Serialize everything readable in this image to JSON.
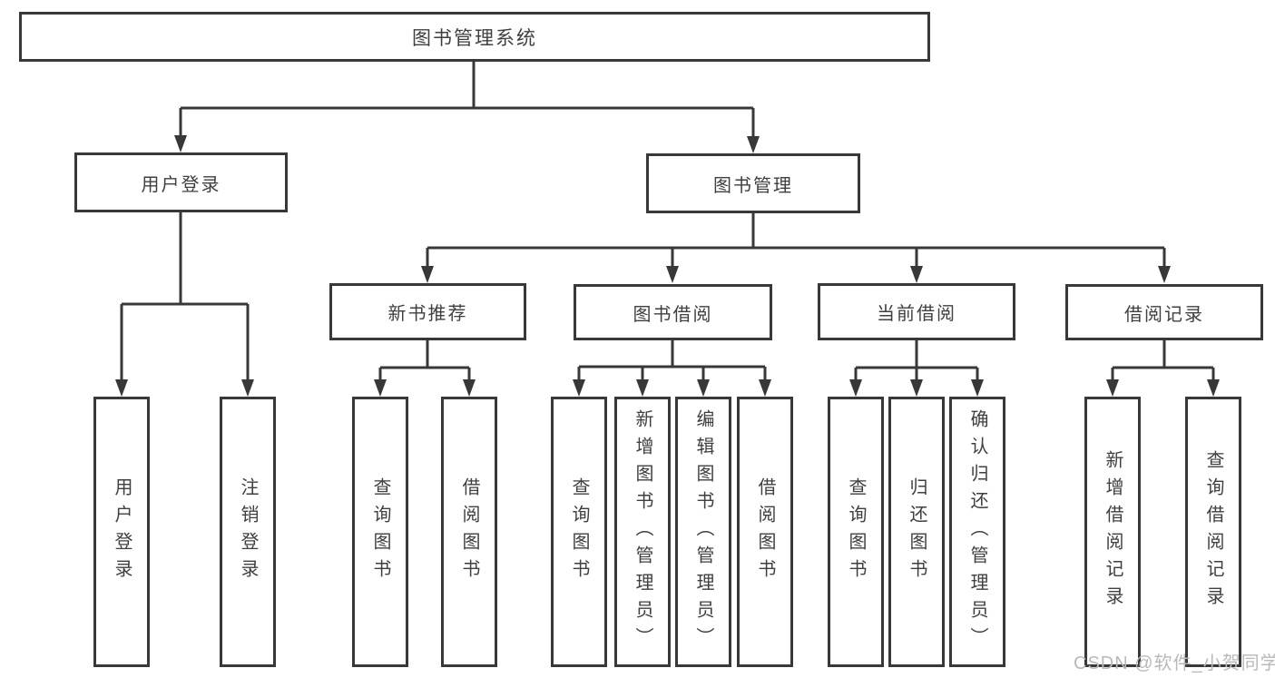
{
  "tree": {
    "label": "图书管理系统",
    "children": [
      {
        "label": "用户登录",
        "children": [
          {
            "label": "用户登录"
          },
          {
            "label": "注销登录"
          }
        ]
      },
      {
        "label": "图书管理",
        "children": [
          {
            "label": "新书推荐",
            "children": [
              {
                "label": "查询图书"
              },
              {
                "label": "借阅图书"
              }
            ]
          },
          {
            "label": "图书借阅",
            "children": [
              {
                "label": "查询图书"
              },
              {
                "label": "新增图书（管理员）"
              },
              {
                "label": "编辑图书（管理员）"
              },
              {
                "label": "借阅图书"
              }
            ]
          },
          {
            "label": "当前借阅",
            "children": [
              {
                "label": "查询图书"
              },
              {
                "label": "归还图书"
              },
              {
                "label": "确认归还（管理员）"
              }
            ]
          },
          {
            "label": "借阅记录",
            "children": [
              {
                "label": "新增借阅记录"
              },
              {
                "label": "查询借阅记录"
              }
            ]
          }
        ]
      }
    ]
  },
  "watermark": {
    "text": "CSDN @软件_小贺同学",
    "color": "#b9b9b9"
  },
  "colors": {
    "line": "#383838",
    "node_border": "#383838",
    "node_text": "#3f3f3f",
    "background": "#ffffff"
  }
}
